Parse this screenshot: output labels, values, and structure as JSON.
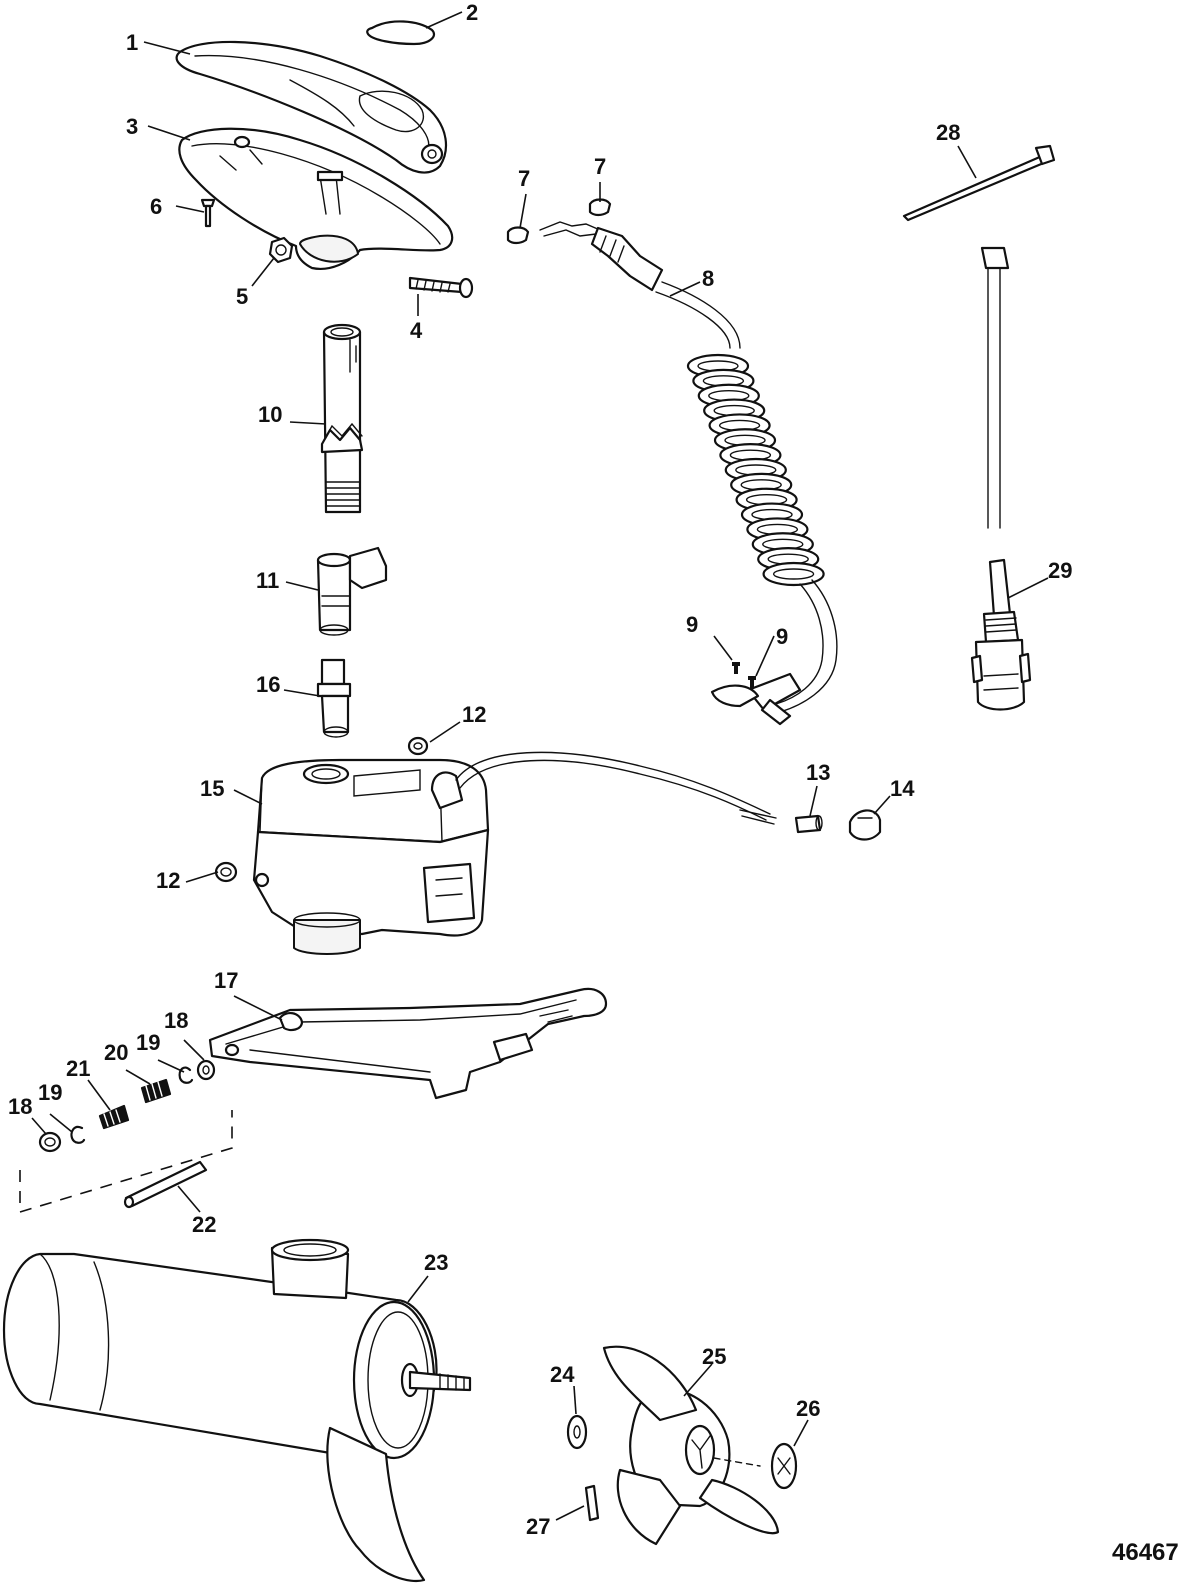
{
  "doc_number": "46467",
  "callouts": {
    "c1": "1",
    "c2": "2",
    "c3": "3",
    "c4": "4",
    "c5": "5",
    "c6": "6",
    "c7a": "7",
    "c7b": "7",
    "c8": "8",
    "c9a": "9",
    "c9b": "9",
    "c10": "10",
    "c11": "11",
    "c12a": "12",
    "c12b": "12",
    "c13": "13",
    "c14": "14",
    "c15": "15",
    "c16": "16",
    "c17": "17",
    "c18a": "18",
    "c18b": "18",
    "c19a": "19",
    "c19b": "19",
    "c20": "20",
    "c21": "21",
    "c22": "22",
    "c23": "23",
    "c24": "24",
    "c25": "25",
    "c26": "26",
    "c27": "27",
    "c28": "28",
    "c29": "29"
  }
}
